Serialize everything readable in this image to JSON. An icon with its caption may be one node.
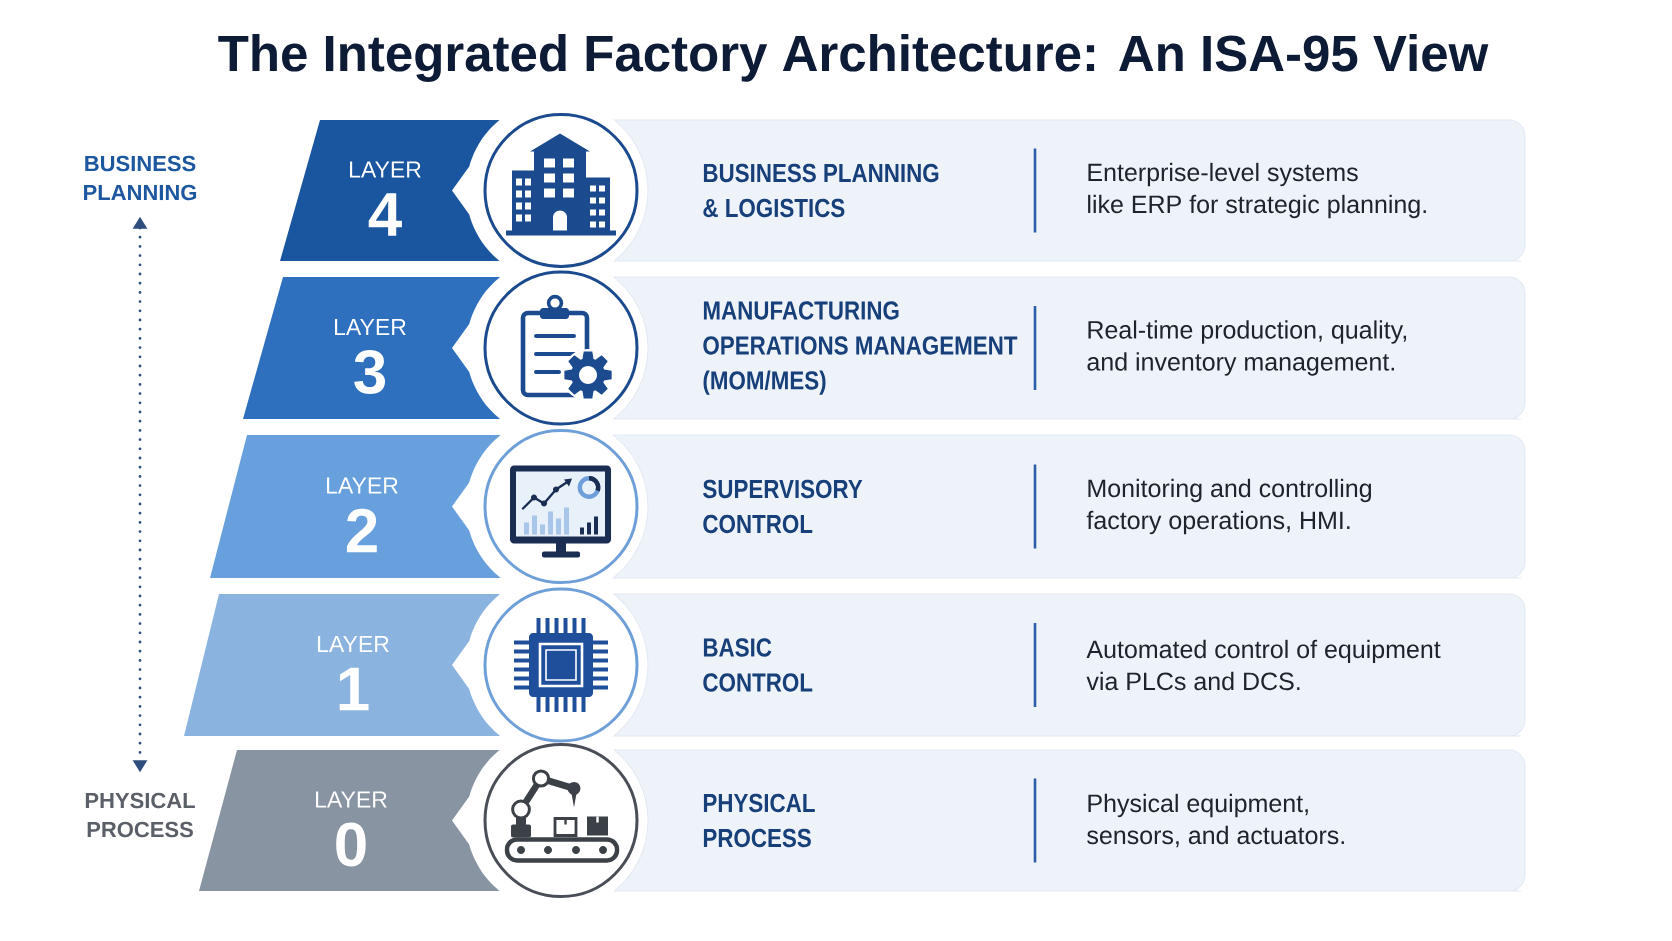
{
  "diagram": {
    "title": "The Integrated Factory Architecture: An ISA-95 View",
    "nodes": [
      {
        "text": [
          "BUSINESS PLANNING"
        ]
      },
      {
        "text": [
          "LAYER",
          "4"
        ]
      },
      {
        "text": [
          "BUSINESS PLANNING & LOGISTICS",
          "Enterprise-level systems like ERP for strategic planning."
        ]
      },
      {
        "text": [
          "LAYER",
          "3"
        ]
      },
      {
        "text": [
          "MANUFACTURING OPERATIONS MANAGEMENT (MOM/MES)",
          "Real-time production, quality, and inventory management."
        ]
      },
      {
        "text": [
          "LAYER",
          "2"
        ]
      },
      {
        "text": [
          "SUPERVISORY CONTROL",
          "Monitoring and controlling factory operations, HMI."
        ]
      },
      {
        "text": [
          "LAYER",
          "1"
        ]
      },
      {
        "text": [
          "BASIC CONTROL",
          "Automated control of equipment via PLCs and DCS."
        ]
      },
      {
        "text": [
          "PHYSICAL PROCESS"
        ]
      },
      {
        "text": [
          "LAYER",
          "0"
        ]
      },
      {
        "text": [
          "PHYSICAL PROCESS",
          "Physical equipment, sensors, and actuators."
        ]
      }
    ],
    "edges": [
      {
        "from": 0,
        "to": 9,
        "arrow": "both",
        "style": "dashed"
      }
    ]
  }
}
